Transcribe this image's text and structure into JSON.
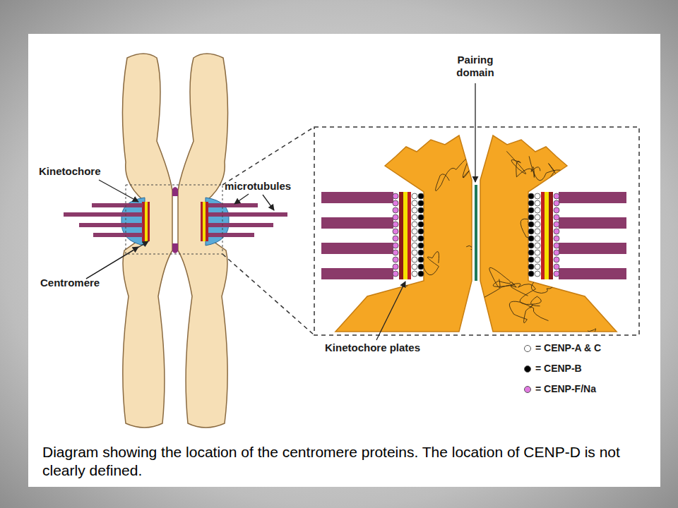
{
  "diagram": {
    "caption": "Diagram showing the location of the centromere proteins. The location of CENP-D is not clearly defined.",
    "labels": [
      "Kinetochore",
      "microtubules",
      "Centromere",
      "Pairing domain",
      "Kinetochore plates"
    ],
    "legend": [
      {
        "text": "= CENP-A & C",
        "color": "#ffffff"
      },
      {
        "text": "= CENP-B",
        "color": "#000000"
      },
      {
        "text": "= CENP-F/Na",
        "color": "#e07ae0"
      }
    ]
  }
}
